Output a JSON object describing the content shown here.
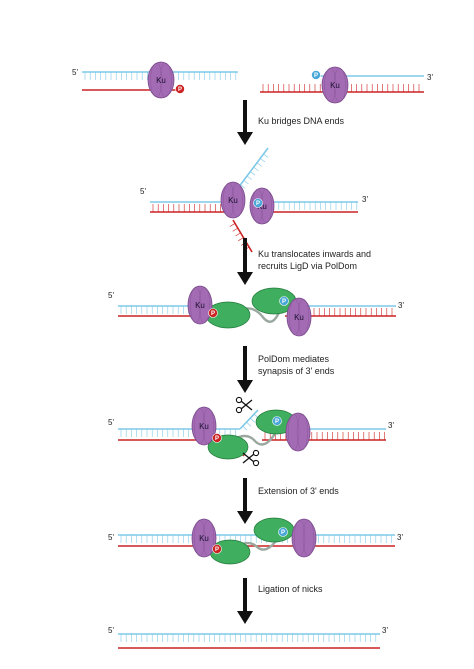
{
  "colors": {
    "top_strand": "#7ec8e8",
    "bottom_strand": "#cc2222",
    "ku": "#a36bb3",
    "ku_dark": "#7a4a8c",
    "ligd": "#3fae5e",
    "ligd_dark": "#237a3c",
    "phosphate_3p": "#cc2222",
    "phosphate_5p": "#4aa8d8",
    "arrow": "#111111"
  },
  "labels": {
    "five_prime": "5'",
    "three_prime": "3'",
    "ku": "Ku",
    "phosphate": "P"
  },
  "steps": [
    "Ku bridges DNA ends",
    "Ku translocates inwards and recruits LigD via PolDom",
    "PolDom mediates synapsis of 3' ends",
    "Extension of 3' ends",
    "Ligation of nicks"
  ],
  "icons": [
    "scissors-icon",
    "down-arrow-icon"
  ]
}
